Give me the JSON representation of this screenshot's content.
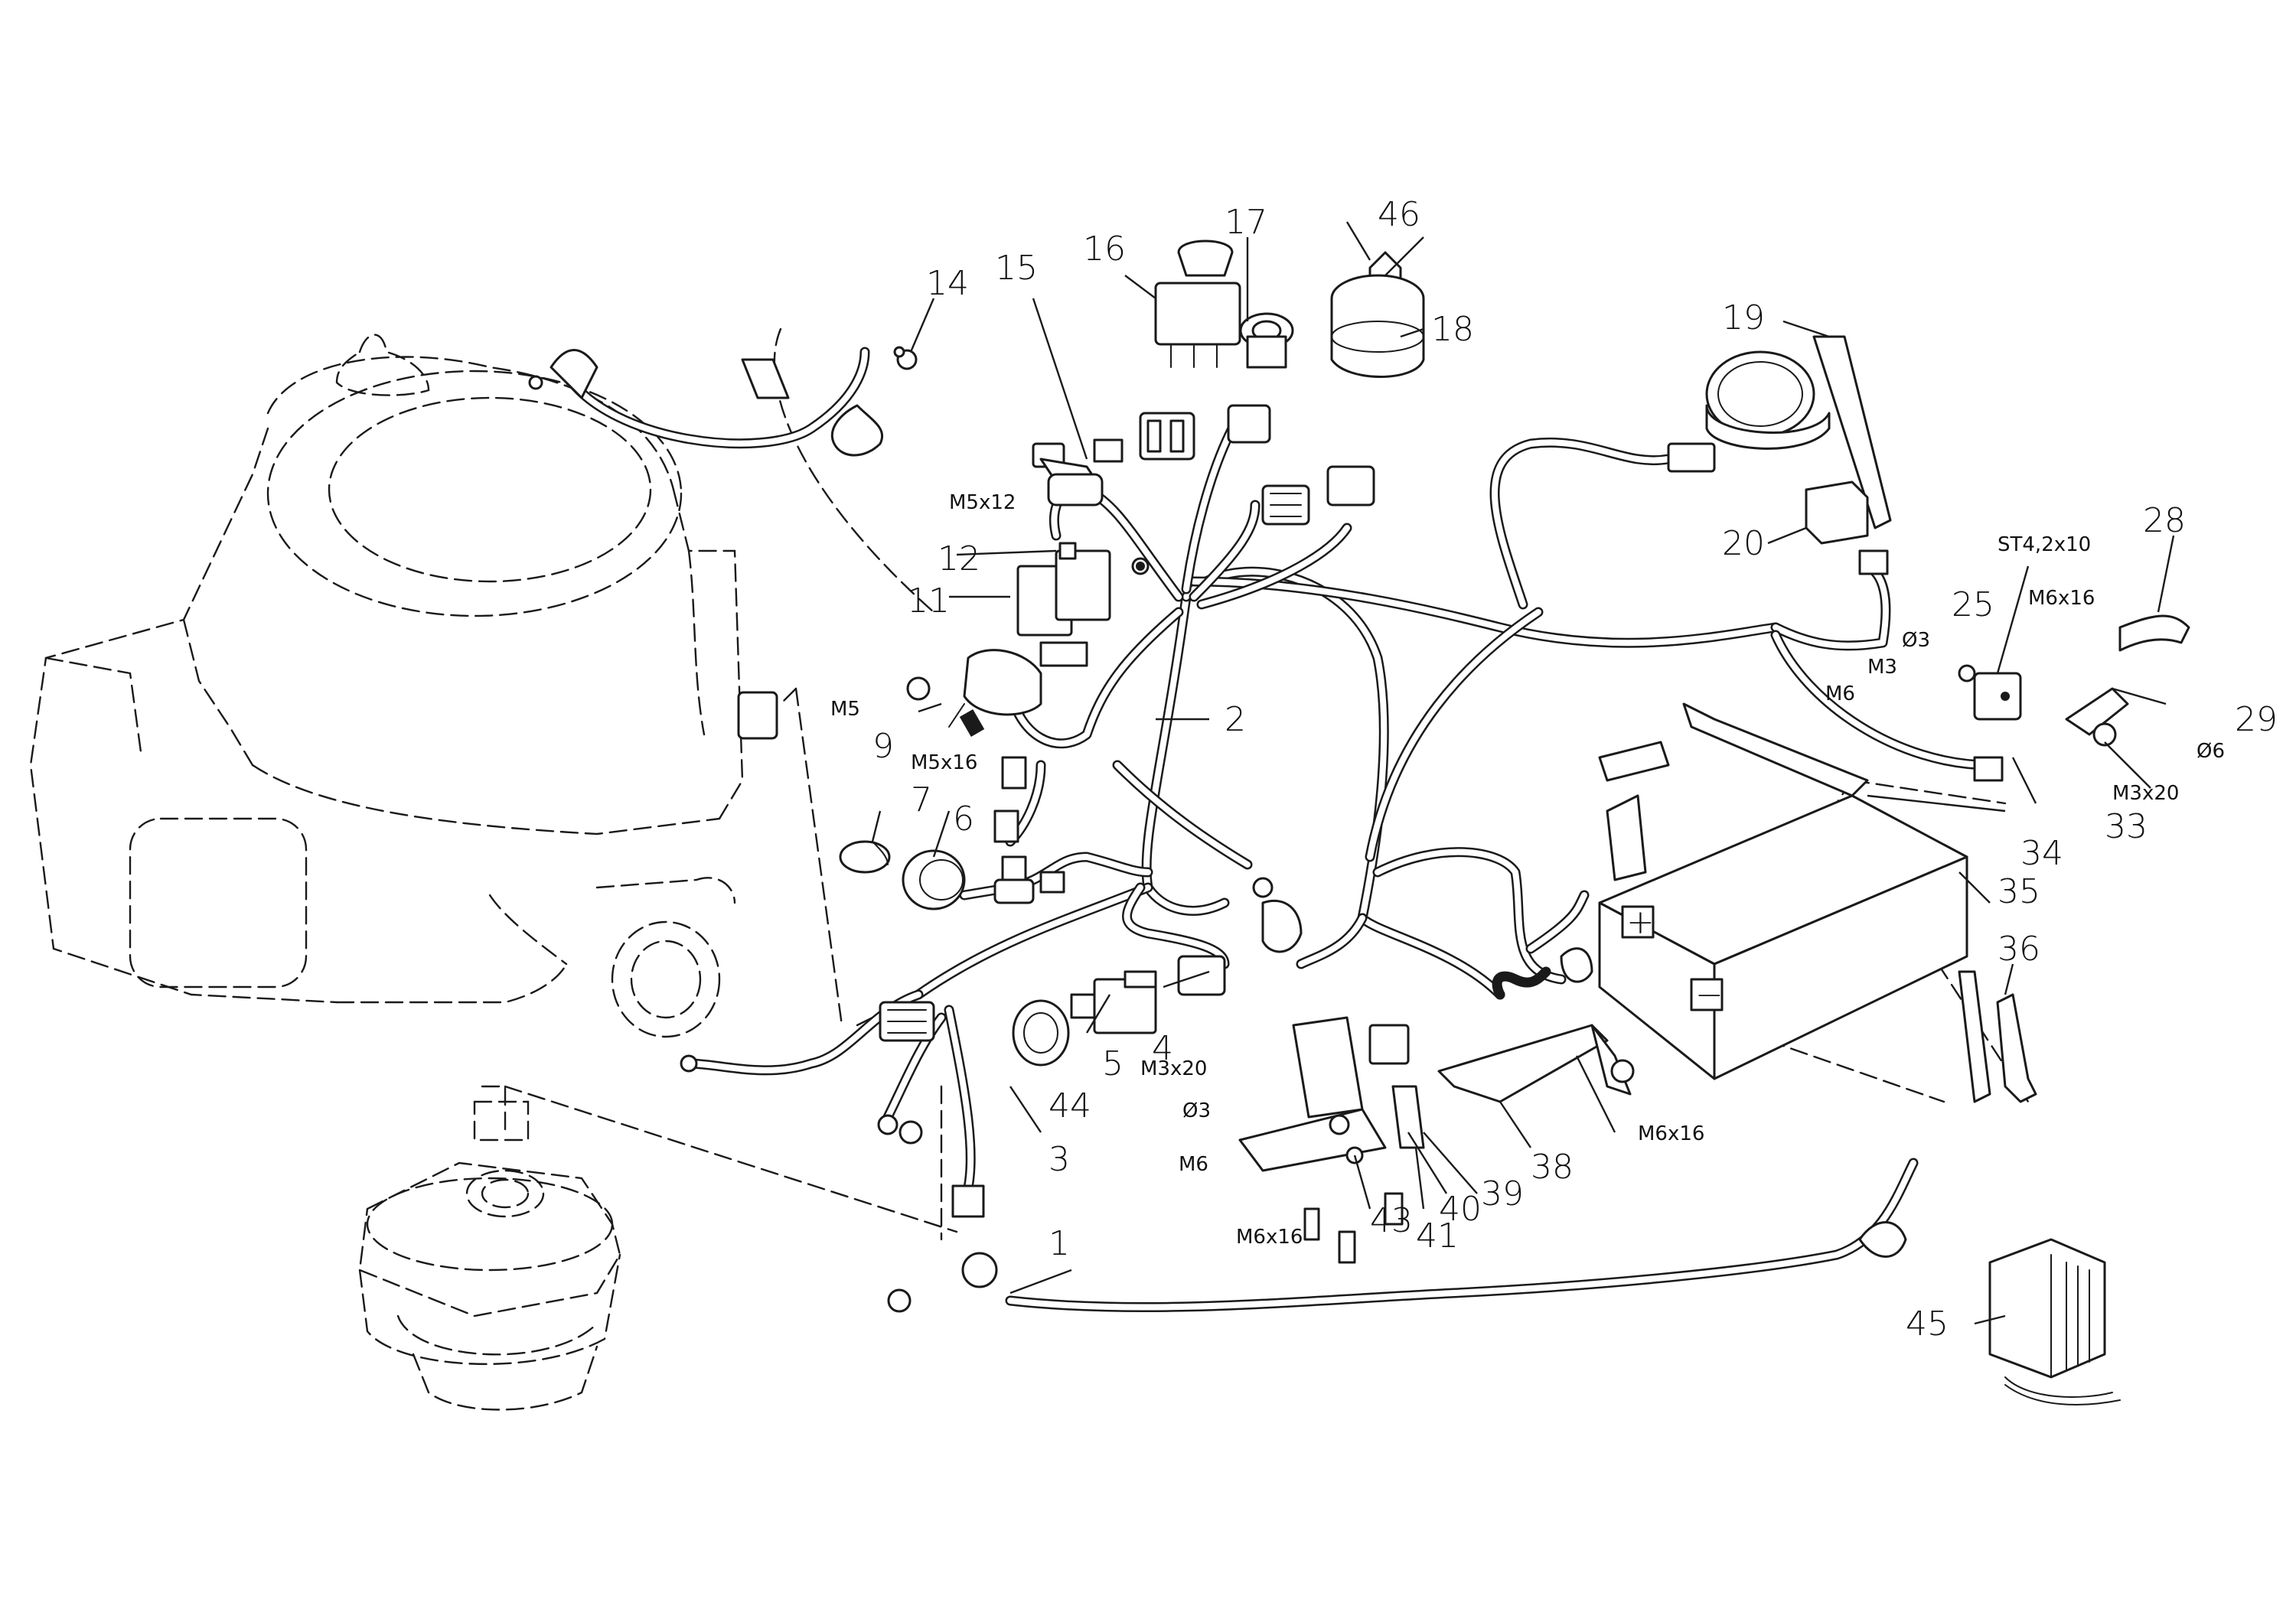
{
  "labels": {
    "n1": "1",
    "n2": "2",
    "n3": "3",
    "n4": "4",
    "n5": "5",
    "n6": "6",
    "n7": "7",
    "n9": "9",
    "n11": "11",
    "n12": "12",
    "n14": "14",
    "n15": "15",
    "n16": "16",
    "n17": "17",
    "n18": "18",
    "n19": "19",
    "n20": "20",
    "n25": "25",
    "n28": "28",
    "n29": "29",
    "n33": "33",
    "n34": "34",
    "n35": "35",
    "n36": "36",
    "n38": "38",
    "n39": "39",
    "n40": "40",
    "n41": "41",
    "n43": "43",
    "n44": "44",
    "n45": "45",
    "n46": "46"
  },
  "hardware": {
    "m5x12": "M5x12",
    "m5": "M5",
    "m5x16": "M5x16",
    "st42x10": "ST4,2x10",
    "m6x16_right": "M6x16",
    "dia3_right": "Ø3",
    "m3_right": "M3",
    "m6_right": "M6",
    "dia6": "Ø6",
    "m3x20_right": "M3x20",
    "m3x20_mid": "M3x20",
    "dia3_mid": "Ø3",
    "m6_mid": "M6",
    "m6x16_mid": "M6x16",
    "m6x16_battery": "M6x16"
  },
  "battery_marks": {
    "plus": "+",
    "minus": "−"
  }
}
